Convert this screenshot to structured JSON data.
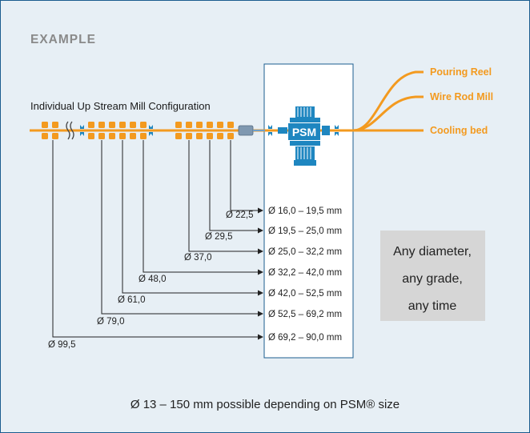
{
  "heading": "EXAMPLE",
  "config_title": "Individual Up Stream Mill Configuration",
  "psm_label": "PSM",
  "destinations": [
    "Pouring Reel",
    "Wire Rod Mill",
    "Cooling bed"
  ],
  "stand_diameters": [
    "Ø 22,5",
    "Ø 29,5",
    "Ø 37,0",
    "Ø 48,0",
    "Ø 61,0",
    "Ø 79,0",
    "Ø 99,5"
  ],
  "output_ranges": [
    "Ø 16,0 – 19,5 mm",
    "Ø 19,5 – 25,0 mm",
    "Ø 25,0 – 32,2 mm",
    "Ø 32,2 – 42,0 mm",
    "Ø 42,0 – 52,5 mm",
    "Ø 52,5 – 69,2 mm",
    "Ø 69,2 – 90,0 mm"
  ],
  "any_box": [
    "Any diameter,",
    "any grade,",
    "any time"
  ],
  "footer_text": "Ø 13 – 150 mm possible depending on PSM® size",
  "colors": {
    "accent": "#f39a1f",
    "blue": "#1e86c0",
    "frame": "#1b5c8f",
    "background": "#e7eff5"
  }
}
